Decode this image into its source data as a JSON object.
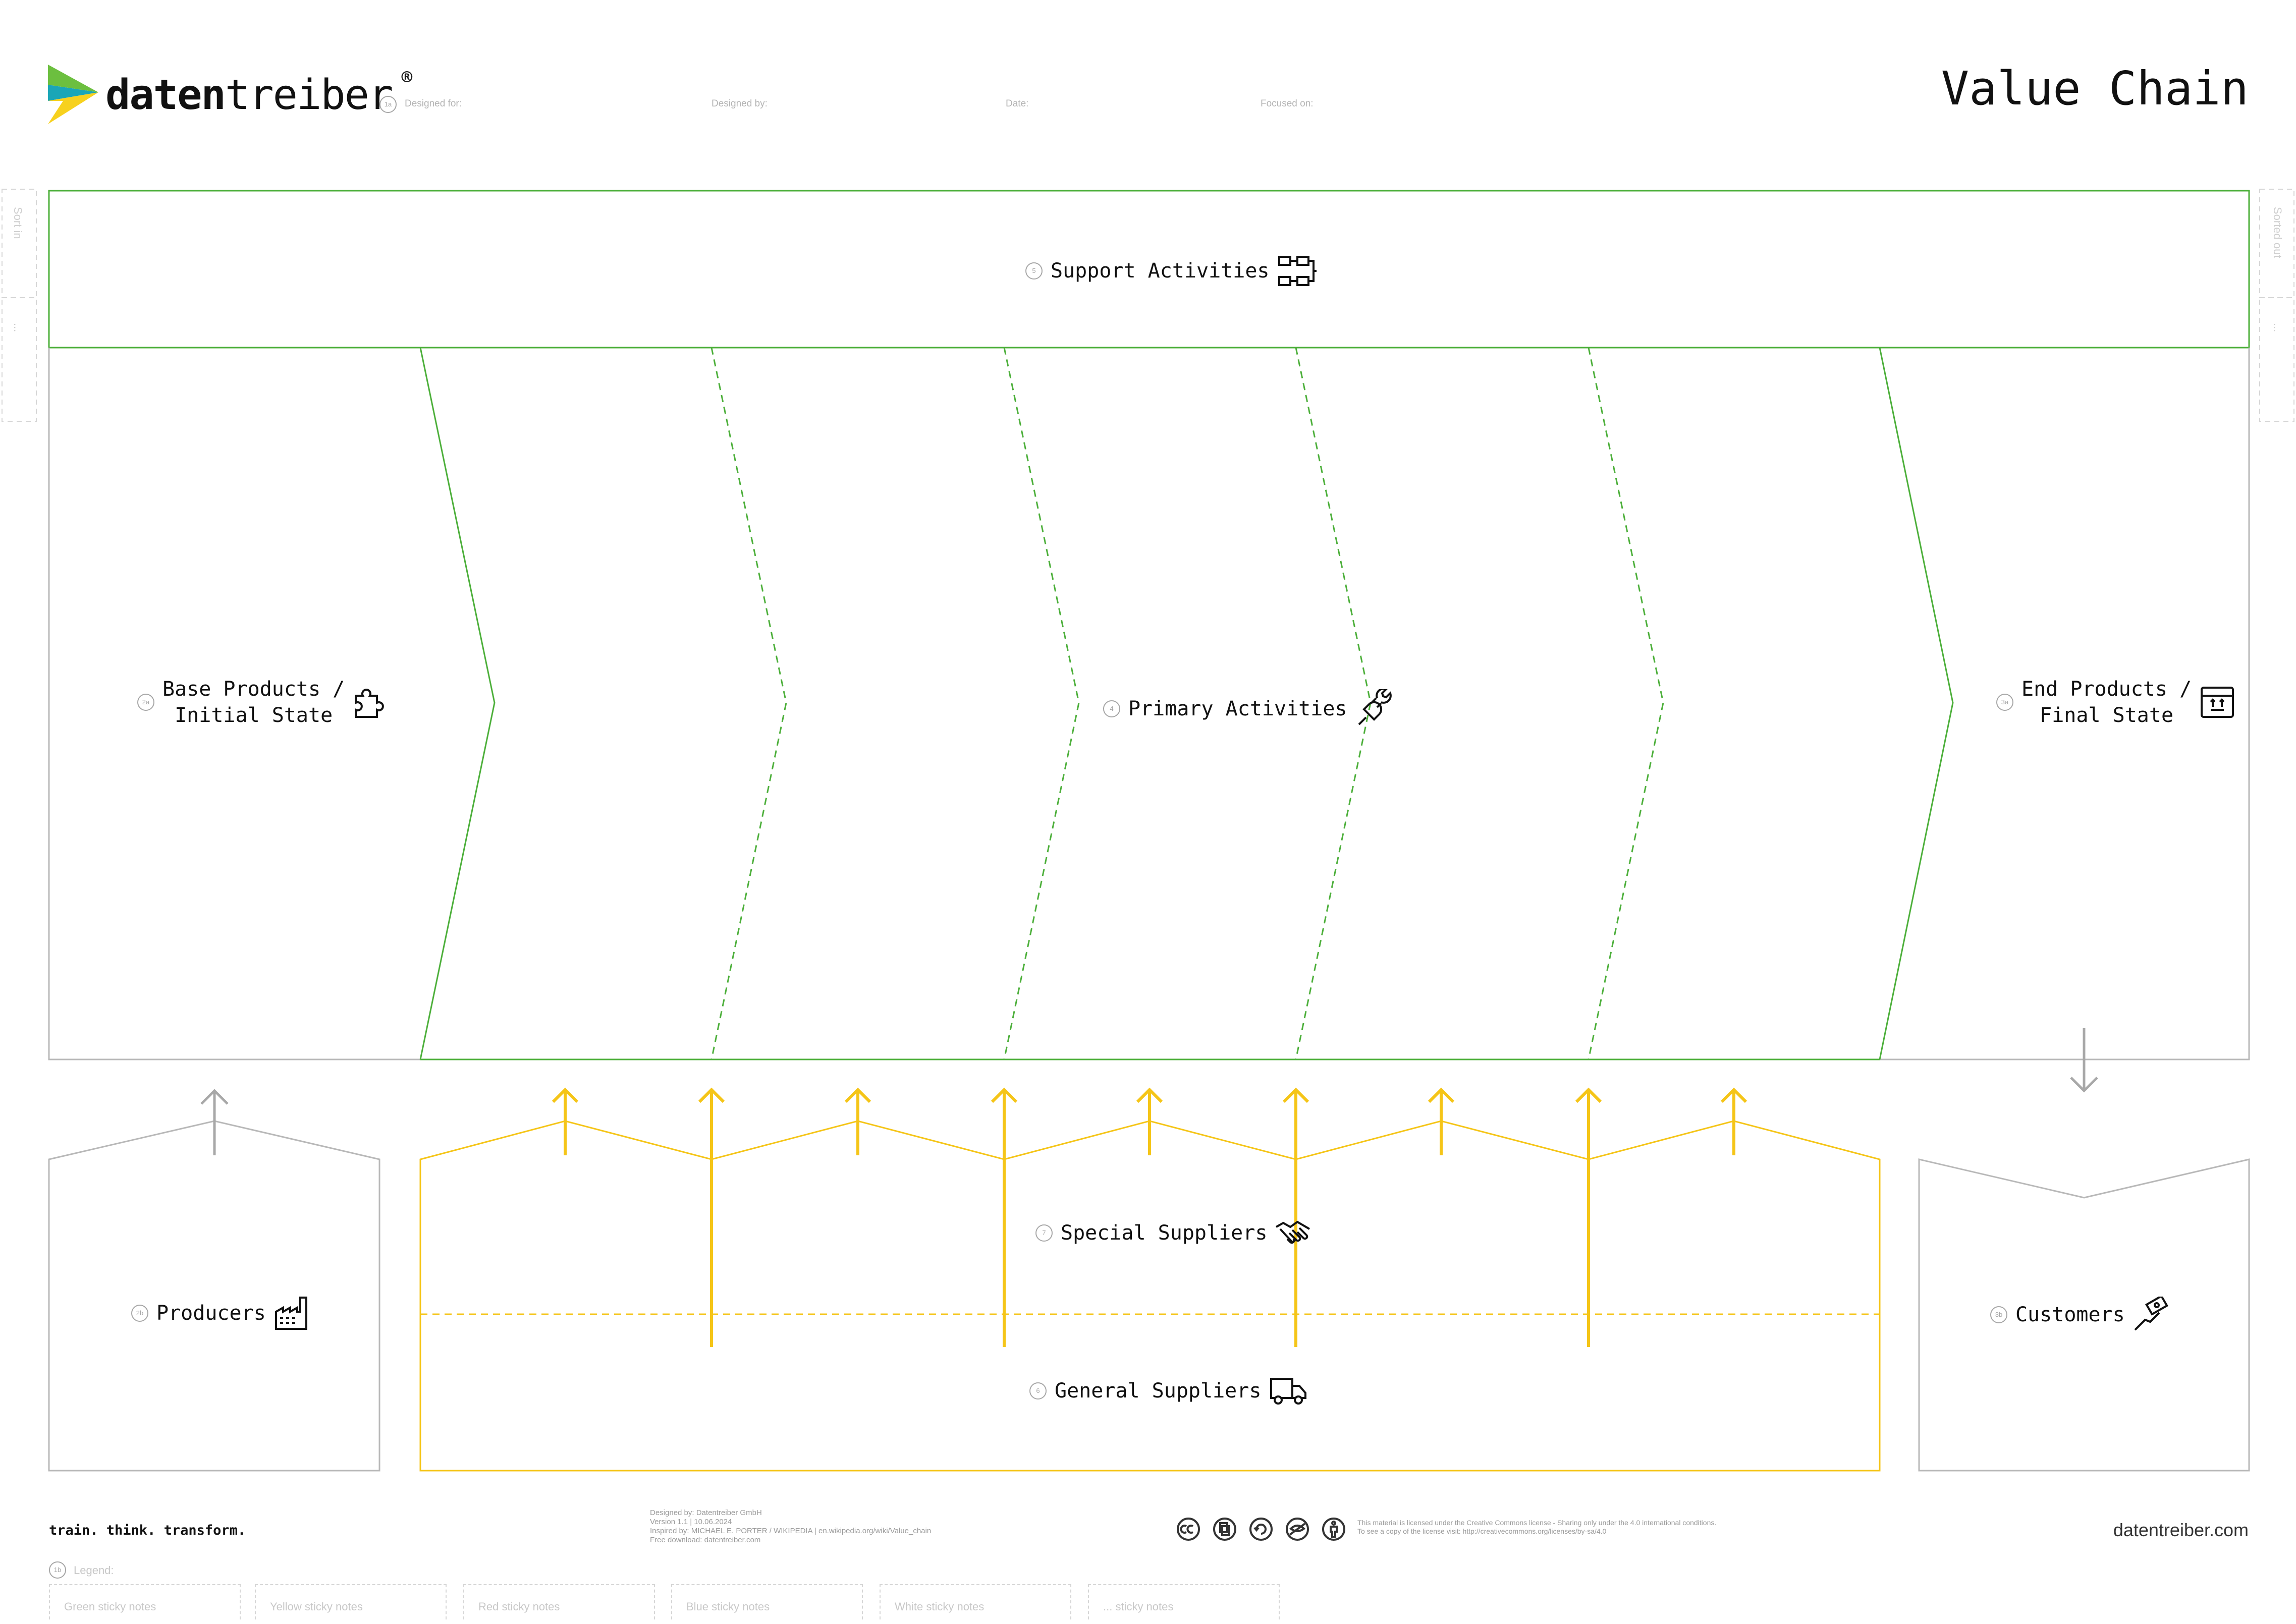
{
  "header": {
    "brand_light": "daten",
    "brand_bold": "treiber",
    "registered": "®",
    "title": "Value Chain",
    "badge_1a": "1a",
    "fields": [
      {
        "label": "Designed for:"
      },
      {
        "label": "Designed by:"
      },
      {
        "label": "Date:"
      },
      {
        "label": "Focused on:"
      }
    ],
    "side_left_top": "Sort in",
    "side_right_top": "Sorted out",
    "side_left_bottom": "...",
    "side_right_bottom": "..."
  },
  "sections": {
    "support": {
      "num": "5",
      "label": "Support Activities",
      "icon": "process-flow-icon"
    },
    "base": {
      "num": "2a",
      "line1": "Base Products /",
      "line2": "Initial State",
      "icon": "puzzle-icon"
    },
    "primary": {
      "num": "4",
      "label": "Primary Activities",
      "icon": "plug-wrench-icon"
    },
    "end": {
      "num": "3a",
      "line1": "End Products /",
      "line2": "Final State",
      "icon": "package-box-icon"
    },
    "producers": {
      "num": "2b",
      "label": "Producers",
      "icon": "factory-icon"
    },
    "special": {
      "num": "7",
      "label": "Special Suppliers",
      "icon": "handshake-icon"
    },
    "general": {
      "num": "6",
      "label": "General Suppliers",
      "icon": "truck-icon"
    },
    "customers": {
      "num": "3b",
      "label": "Customers",
      "icon": "money-hand-icon"
    }
  },
  "footer": {
    "tagline": "train. think. transform.",
    "credits": [
      "Designed by: Datentreiber GmbH",
      "Version 1.1 | 10.06.2024",
      "Inspired by: MICHAEL E. PORTER / WIKIPEDIA | en.wikipedia.org/wiki/Value_chain",
      "Free download: datentreiber.com"
    ],
    "license": [
      "This material is licensed under the Creative Commons license - Sharing only under the 4.0 international conditions.",
      "To see a copy of the license visit: http://creativecommons.org/licenses/by-sa/4.0"
    ],
    "cc_icons": [
      "cc-icon",
      "copy-icon",
      "remix-icon",
      "noncommercial-icon",
      "attribution-icon"
    ],
    "website": "datentreiber.com",
    "legend_badge": "1b",
    "legend_label": "Legend:",
    "legend_items": [
      "Green sticky notes",
      "Yellow sticky notes",
      "Red sticky notes",
      "Blue sticky notes",
      "White sticky notes",
      "... sticky notes"
    ]
  },
  "colors": {
    "green": "#4caf3a",
    "yellow": "#f5c518",
    "grey": "#b3b3b3",
    "brand_green": "#6cbf3f",
    "brand_teal": "#1aa6b7",
    "brand_yellow": "#f7d11e"
  }
}
